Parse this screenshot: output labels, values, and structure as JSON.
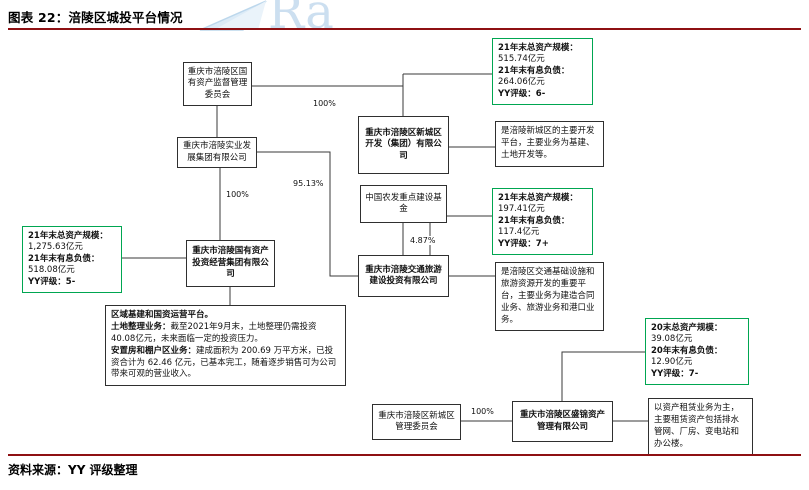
{
  "title": "图表 22：涪陵区城投平台情况",
  "source": "资料来源：YY 评级整理",
  "watermark": "Ra",
  "nodes": {
    "gzw": "重庆市涪陵区国有资产监督管理委员会",
    "shiye": "重庆市涪陵实业发展集团有限公司",
    "guozi": "重庆市涪陵国有资产投资经营集团有限公司",
    "xincheng": "重庆市涪陵区新城区开发（集团）有限公司",
    "nongfa": "中国农发重点建设基金",
    "jiaotong": "重庆市涪陵交通旅游建设投资有限公司",
    "guanweihui": "重庆市涪陵区新城区管理委员会",
    "shengjin": "重庆市涪陵区盛锦资产管理有限公司"
  },
  "edge_labels": {
    "gzw_xincheng": "100%",
    "shiye_guozi": "100%",
    "shiye_jiaotong": "95.13%",
    "nongfa_jiaotong": "4.87%",
    "guanweihui_shengjin": "100%"
  },
  "metrics": {
    "xincheng": {
      "lines": [
        "21年末总资产规模：",
        "515.74亿元",
        "21年末有息负债：",
        "264.06亿元",
        "YY评级：6-"
      ]
    },
    "jiaotong": {
      "lines": [
        "21年末总资产规模：",
        "197.41亿元",
        "21年末有息负债：",
        "117.4亿元",
        "YY评级：7+"
      ]
    },
    "guozi": {
      "lines": [
        "21年末总资产规模：",
        "1,275.63亿元",
        "21年末有息负债：",
        "518.08亿元",
        "YY评级：5-"
      ]
    },
    "shengjin": {
      "lines": [
        "20末总资产规模：",
        "39.08亿元",
        "20年末有息负债：",
        "12.90亿元",
        "YY评级：7-"
      ]
    }
  },
  "descriptions": {
    "xincheng": "是涪陵新城区的主要开发平台，主要业务为基建、土地开发等。",
    "jiaotong": "是涪陵区交通基础设施和旅游资源开发的重要平台，主要业务为建造合同业务、旅游业务和港口业务。",
    "shengjin": "以资产租赁业务为主，主要租赁资产包括排水管网、厂房、变电站和办公楼。",
    "guozi": {
      "headline": "区域基建和国资运营平台。",
      "seg1_label": "土地整理业务：",
      "seg1_text": "截至2021年9月末，土地整理仍需投资40.08亿元，未来面临一定的投资压力。",
      "seg2_label": "安置房和棚户区业务：",
      "seg2_text": "建成面积为 200.69 万平方米，已投资合计为 62.46 亿元，已基本完工，随着逐步销售可为公司带来可观的营业收入。"
    }
  },
  "colors": {
    "rule_red": "#8e1013",
    "green_border": "#00a651",
    "connector_line": "#3a3a3a",
    "watermark_blue": "#ccdff0"
  }
}
